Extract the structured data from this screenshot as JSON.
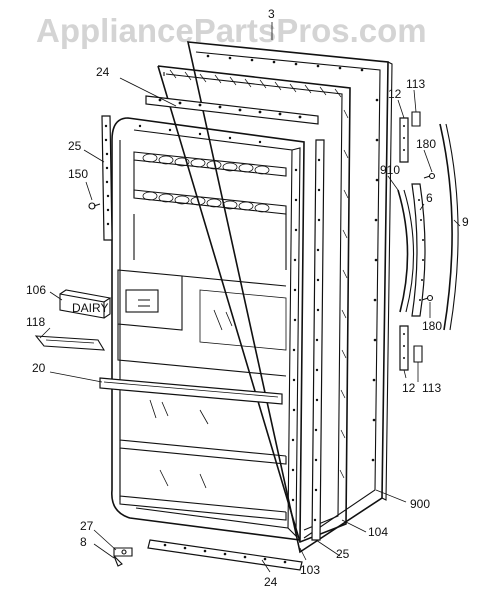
{
  "watermark": "AppliancePartsPros.com",
  "dairy_label": "DAIRY",
  "callouts": {
    "c3": "3",
    "c24_top": "24",
    "c25_left": "25",
    "c150": "150",
    "c106": "106",
    "c118": "118",
    "c20": "20",
    "c27": "27",
    "c8": "8",
    "c24_bottom": "24",
    "c103": "103",
    "c25_bottom": "25",
    "c104": "104",
    "c900": "900",
    "c12_top": "12",
    "c113_top": "113",
    "c180_top": "180",
    "c910": "910",
    "c6": "6",
    "c9": "9",
    "c180_bottom": "180",
    "c12_bottom": "12",
    "c113_bottom": "113"
  }
}
